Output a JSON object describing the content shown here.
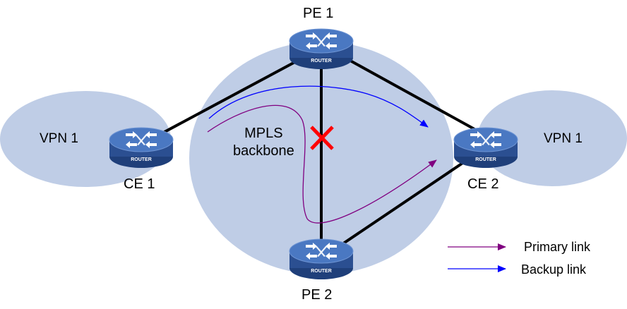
{
  "diagram": {
    "nodes": {
      "pe1": {
        "label": "PE 1",
        "icon": "router-icon",
        "badge": "ROUTER"
      },
      "pe2": {
        "label": "PE 2",
        "icon": "router-icon",
        "badge": "ROUTER"
      },
      "ce1": {
        "label": "CE 1",
        "icon": "router-icon",
        "badge": "ROUTER"
      },
      "ce2": {
        "label": "CE 2",
        "icon": "router-icon",
        "badge": "ROUTER"
      }
    },
    "clouds": {
      "left": "VPN 1",
      "right": "VPN 1",
      "backbone_line1": "MPLS",
      "backbone_line2": "backbone"
    },
    "failure_marker": "x-mark-icon",
    "legend": {
      "primary": {
        "label": "Primary link",
        "color": "#800080"
      },
      "backup": {
        "label": "Backup link",
        "color": "#0000ff"
      }
    },
    "colors": {
      "cloud": "#bfcde6",
      "router_body": "#2b4f91",
      "router_top": "#4a78c2",
      "link": "#000000",
      "failure": "#ff0000"
    }
  }
}
